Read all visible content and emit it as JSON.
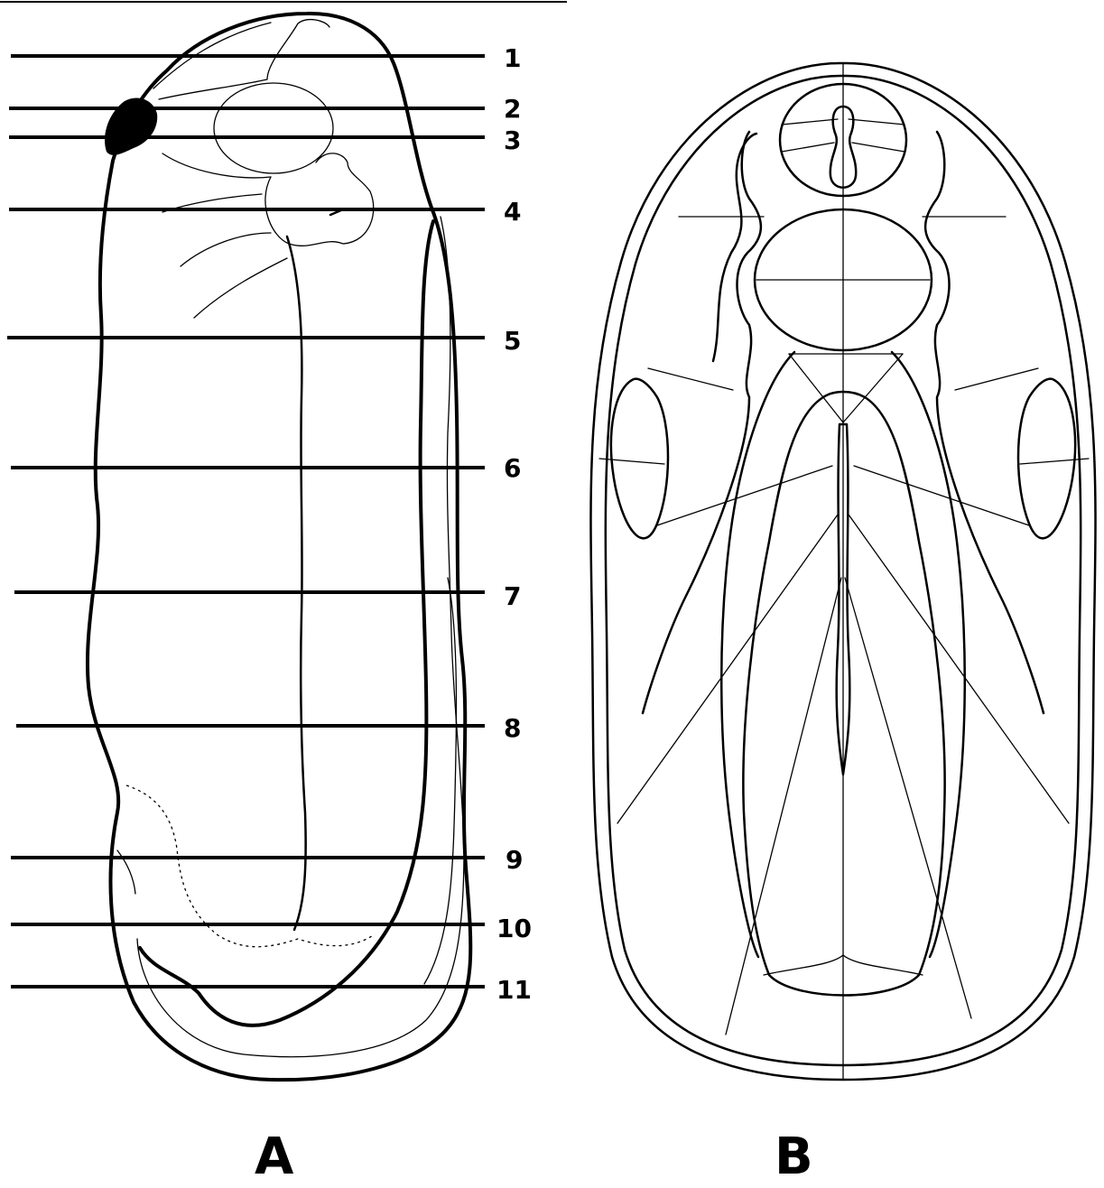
{
  "panels": [
    {
      "id": "A",
      "label": "A",
      "section_lines": [
        "1",
        "2",
        "3",
        "4",
        "5",
        "6",
        "7",
        "8",
        "9",
        "10",
        "11"
      ]
    },
    {
      "id": "B",
      "label": "B"
    }
  ]
}
